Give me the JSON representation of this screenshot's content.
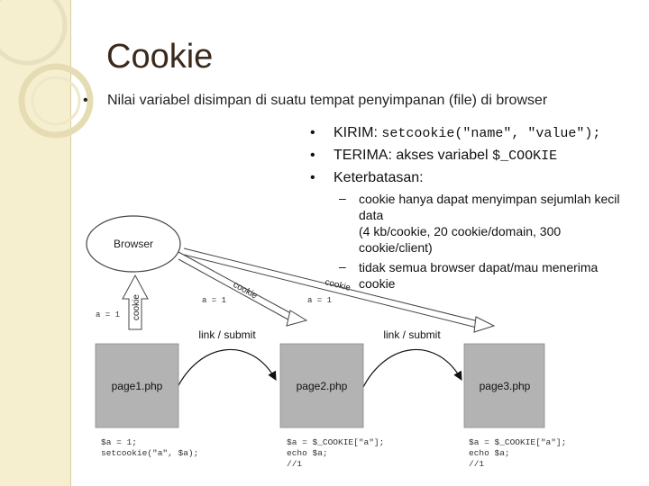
{
  "title": "Cookie",
  "bullet_main": "Nilai variabel disimpan di suatu tempat penyimpanan (file) di browser",
  "subpoints": {
    "kirim_label": "KIRIM:",
    "kirim_code": "setcookie(\"name\", \"value\");",
    "terima_label": "TERIMA: akses variabel",
    "terima_code": "$_COOKIE",
    "keterbatasan": "Keterbatasan:",
    "limit1": [
      "cookie hanya dapat menyimpan sejumlah kecil",
      "data",
      "(4 kb/cookie, 20 cookie/domain, 300",
      "cookie/client)"
    ],
    "limit2": [
      "tidak semua browser dapat/mau menerima",
      "cookie"
    ]
  },
  "diagram": {
    "browser": "Browser",
    "cookie_label": "cookie",
    "a_left": "a = 1",
    "a_mid1": "a = 1",
    "a_mid2": "a = 1",
    "link1": "link / submit",
    "link2": "link / submit",
    "page1": "page1.php",
    "page2": "page2.php",
    "page3": "page3.php",
    "code1": [
      "$a = 1;",
      "setcookie(\"a\", $a);"
    ],
    "code2": [
      "$a = $_COOKIE[\"a\"];",
      "echo $a;",
      "//1"
    ],
    "code3": [
      "$a = $_COOKIE[\"a\"];",
      "echo $a;",
      "//1"
    ]
  }
}
